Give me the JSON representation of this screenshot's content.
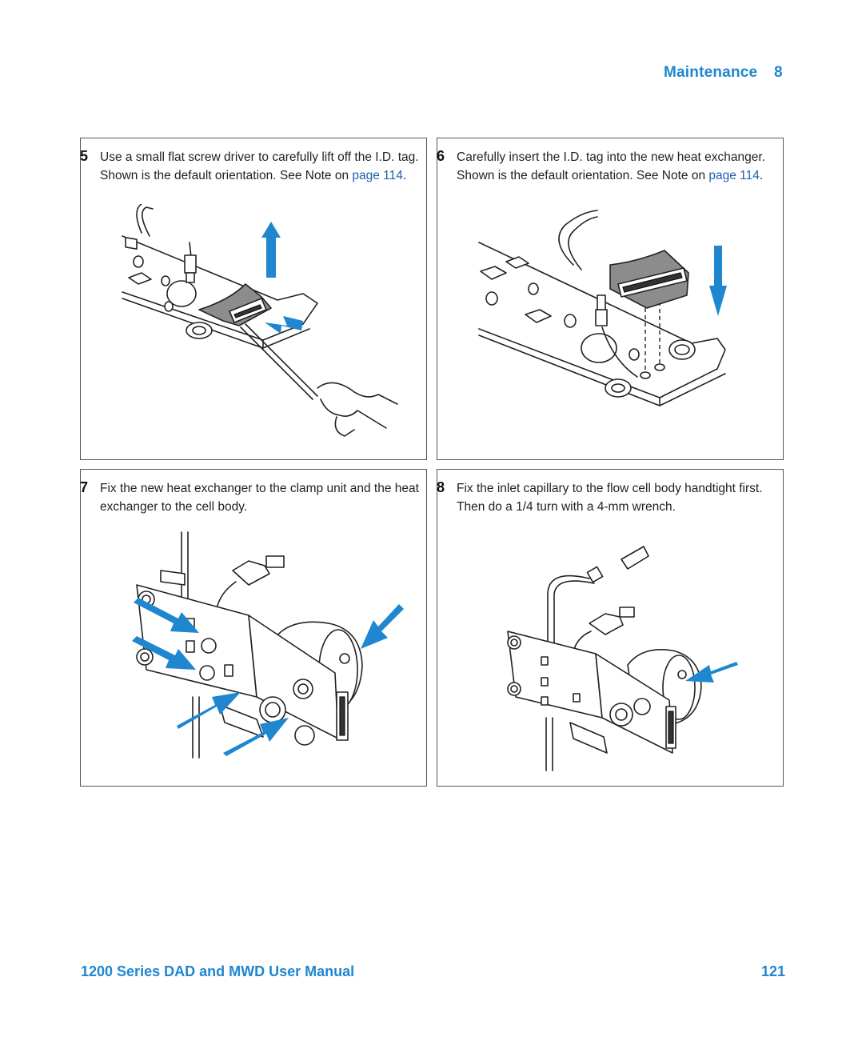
{
  "header": {
    "section": "Maintenance",
    "chapter": "8"
  },
  "footer": {
    "manual_title": "1200 Series DAD and MWD User Manual",
    "page_number": "121"
  },
  "steps": [
    {
      "number": "5",
      "line1": "Use a small flat screw driver to carefully lift off the I.D. tag.",
      "line2_prefix": "Shown is the default orientation. See Note on ",
      "link": "page 114",
      "line2_suffix": "."
    },
    {
      "number": "6",
      "line1": "Carefully insert the I.D. tag into the new heat exchanger.",
      "line2_prefix": "Shown is the default orientation. See Note on ",
      "link": "page 114",
      "line2_suffix": "."
    },
    {
      "number": "7",
      "line1": "Fix the new heat exchanger to the clamp unit and the heat",
      "line2": "exchanger to the cell body."
    },
    {
      "number": "8",
      "line1": "Fix the inlet capillary to the flow cell body handtight first.",
      "line2": "Then do a 1/4 turn with a 4-mm wrench."
    }
  ],
  "colors": {
    "accent": "#1f86d0",
    "link": "#1f5fae"
  }
}
